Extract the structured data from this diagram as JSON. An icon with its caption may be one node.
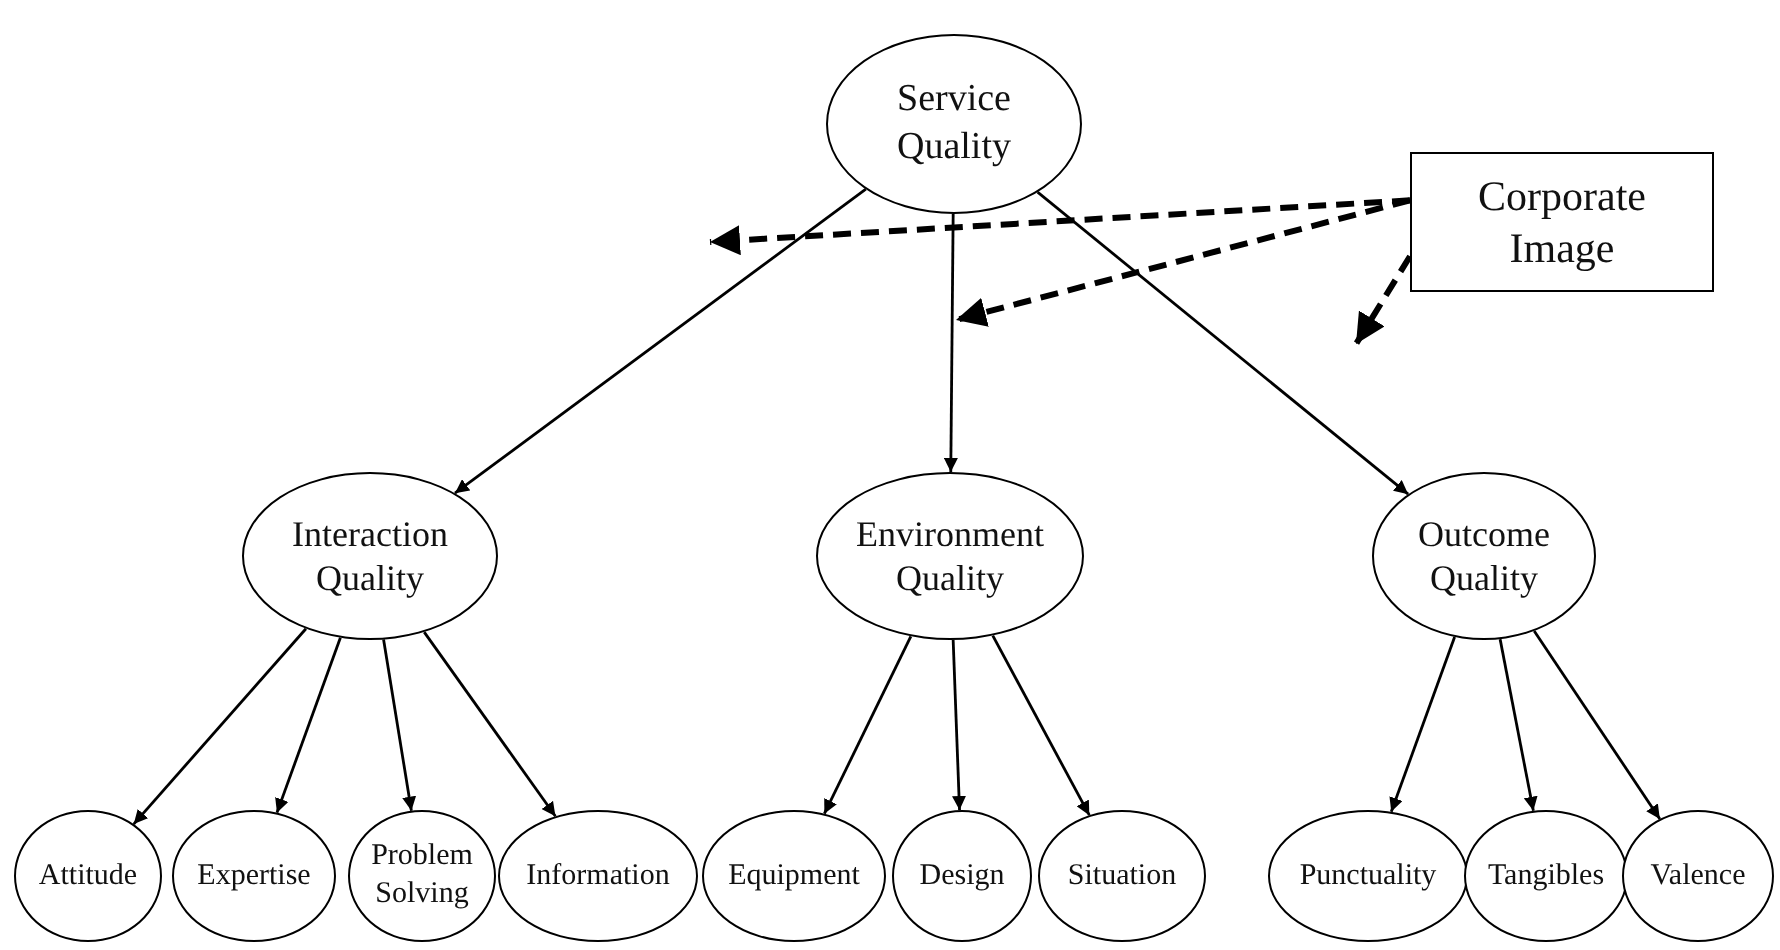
{
  "diagram": {
    "nodes": [
      {
        "text": [
          "Service Quality"
        ]
      },
      {
        "text": [
          "Corporate Image"
        ]
      },
      {
        "text": [
          "Interaction Quality"
        ]
      },
      {
        "text": [
          "Environment Quality"
        ]
      },
      {
        "text": [
          "Outcome Quality"
        ]
      },
      {
        "text": [
          "Attitude"
        ]
      },
      {
        "text": [
          "Expertise"
        ]
      },
      {
        "text": [
          "Problem Solving"
        ]
      },
      {
        "text": [
          "Information"
        ]
      },
      {
        "text": [
          "Equipment"
        ]
      },
      {
        "text": [
          "Design"
        ]
      },
      {
        "text": [
          "Situation"
        ]
      },
      {
        "text": [
          "Punctuality"
        ]
      },
      {
        "text": [
          "Tangibles"
        ]
      },
      {
        "text": [
          "Valence"
        ]
      }
    ],
    "edges": [
      {
        "from": 0,
        "to": 2,
        "arrow": "to"
      },
      {
        "from": 0,
        "to": 3,
        "arrow": "to"
      },
      {
        "from": 0,
        "to": 4,
        "arrow": "to"
      },
      {
        "from": 1,
        "to": null,
        "arrow": "to",
        "style": "dashed"
      },
      {
        "from": 1,
        "to": null,
        "arrow": "to",
        "style": "dashed"
      },
      {
        "from": 1,
        "to": null,
        "arrow": "to",
        "style": "dashed"
      },
      {
        "from": 2,
        "to": 5,
        "arrow": "to"
      },
      {
        "from": 2,
        "to": 6,
        "arrow": "to"
      },
      {
        "from": 2,
        "to": 7,
        "arrow": "to"
      },
      {
        "from": 2,
        "to": 8,
        "arrow": "to"
      },
      {
        "from": 3,
        "to": 9,
        "arrow": "to"
      },
      {
        "from": 3,
        "to": 10,
        "arrow": "to"
      },
      {
        "from": 3,
        "to": 11,
        "arrow": "to"
      },
      {
        "from": 4,
        "to": 12,
        "arrow": "to"
      },
      {
        "from": 4,
        "to": 13,
        "arrow": "to"
      },
      {
        "from": 4,
        "to": 14,
        "arrow": "to"
      }
    ]
  }
}
